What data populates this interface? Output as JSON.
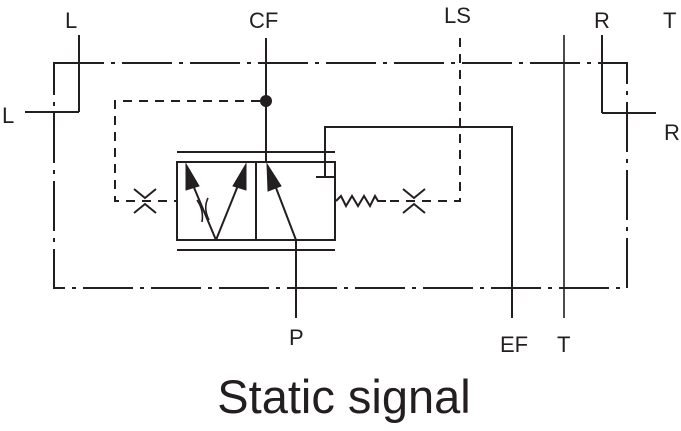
{
  "diagram": {
    "type": "hydraulic-schematic",
    "caption": "Static signal",
    "ports": {
      "l_top": "L",
      "l_left": "L",
      "cf": "CF",
      "ls": "LS",
      "r_top": "R",
      "t_top": "T",
      "r_right": "R",
      "p": "P",
      "ef": "EF",
      "t_bottom": "T"
    },
    "components": [
      "priority-valve-spool",
      "left-pilot-orifice",
      "right-pilot-orifice",
      "spring",
      "check-junction-dot"
    ],
    "colors": {
      "ink": "#231f20",
      "background": "#ffffff"
    }
  }
}
